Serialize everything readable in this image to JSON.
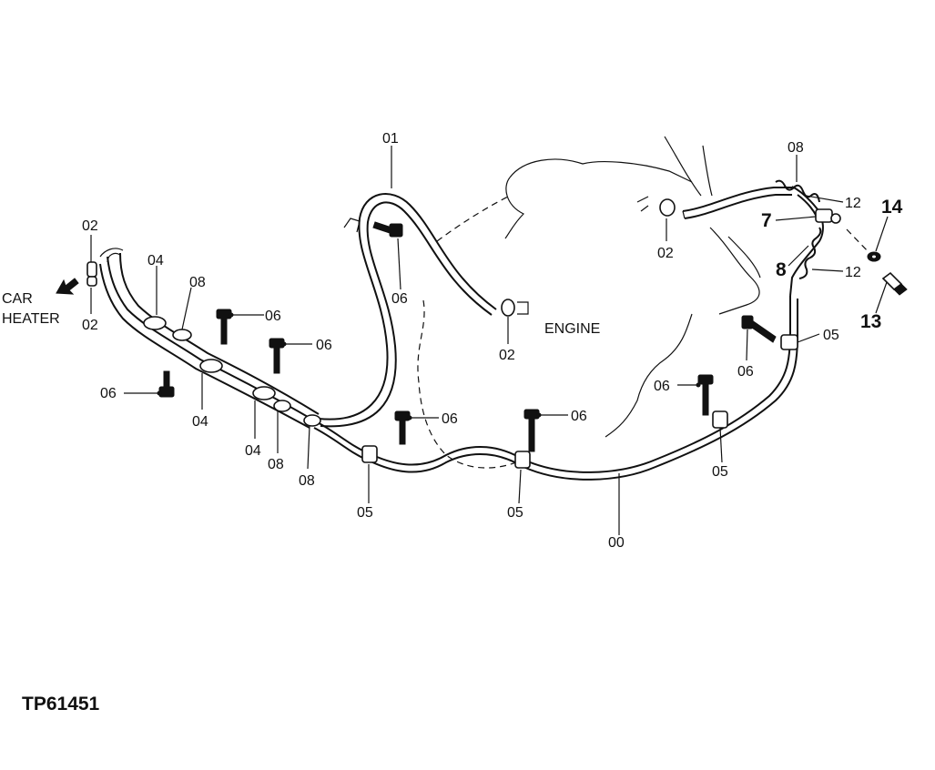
{
  "figure_id": "TP61451",
  "engine_label": "ENGINE",
  "car_heater_label": [
    "CAR",
    "HEATER"
  ],
  "callouts": {
    "c00": "00",
    "c01": "01",
    "c02": "02",
    "c04": "04",
    "c05": "05",
    "c06": "06",
    "c07": "7",
    "c08": "08",
    "c08b": "8",
    "c12": "12",
    "c13": "13",
    "c14": "14"
  }
}
